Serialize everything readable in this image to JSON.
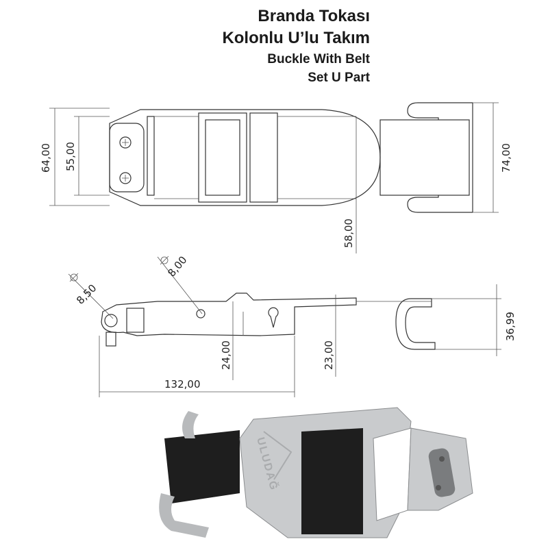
{
  "header": {
    "title_tr_line1": "Branda Tokası",
    "title_tr_line2": "Kolonlu U’lu Takım",
    "title_en_line1": "Buckle With Belt",
    "title_en_line2": "Set U Part"
  },
  "top_view": {
    "dims": {
      "overall_height": "64,00",
      "inner_height": "55,00",
      "body_height": "58,00",
      "u_part_height": "74,00"
    }
  },
  "side_view": {
    "dims": {
      "hole_large": "8,50",
      "hole_small": "8,00",
      "length": "132,00",
      "height_left": "24,00",
      "height_mid": "23,00",
      "u_part_height": "36,99"
    }
  },
  "photo": {
    "logo_text": "ULUDAĞ",
    "colors": {
      "metal": "#c9cbcd",
      "belt": "#1e1e1e"
    }
  }
}
